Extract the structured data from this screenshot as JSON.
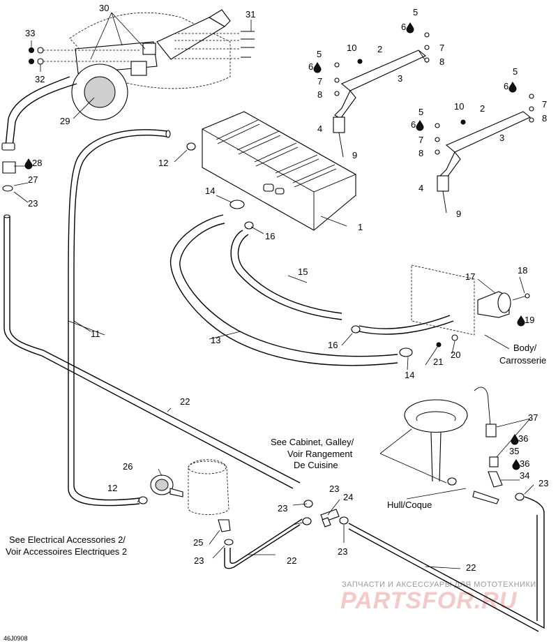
{
  "diagram": {
    "ref_code": "46J0908",
    "callouts": {
      "c1": "1",
      "c2a": "2",
      "c2b": "2",
      "c3a": "3",
      "c3b": "3",
      "c4a": "4",
      "c4b": "4",
      "c5a": "5",
      "c5b": "5",
      "c5c": "5",
      "c5d": "5",
      "c6a": "6",
      "c6b": "6",
      "c6c": "6",
      "c6d": "6",
      "c7a": "7",
      "c7b": "7",
      "c7c": "7",
      "c7d": "7",
      "c8a": "8",
      "c8b": "8",
      "c8c": "8",
      "c8d": "8",
      "c9a": "9",
      "c9b": "9",
      "c10a": "10",
      "c10b": "10",
      "c11": "11",
      "c12a": "12",
      "c12b": "12",
      "c13": "13",
      "c14a": "14",
      "c14b": "14",
      "c15": "15",
      "c16a": "16",
      "c16b": "16",
      "c17": "17",
      "c18": "18",
      "c19": "19",
      "c20": "20",
      "c21": "21",
      "c22a": "22",
      "c22b": "22",
      "c22c": "22",
      "c23a": "23",
      "c23b": "23",
      "c23c": "23",
      "c23d": "23",
      "c23e": "23",
      "c23f": "23",
      "c24": "24",
      "c25": "25",
      "c26": "26",
      "c27": "27",
      "c28": "28",
      "c29": "29",
      "c30": "30",
      "c31": "31",
      "c32": "32",
      "c33": "33",
      "c34": "34",
      "c35": "35",
      "c36a": "36",
      "c36b": "36",
      "c37": "37"
    },
    "notes": {
      "body_line1": "Body/",
      "body_line2": "Carrosserie",
      "cabinet_line1": "See Cabinet, Galley/",
      "cabinet_line2": "Voir Rangement",
      "cabinet_line3": "De Cuisine",
      "hull": "Hull/Coque",
      "electrical_line1": "See Electrical Accessories 2/",
      "electrical_line2": "Voir Accessoires Electriques 2"
    },
    "watermark": {
      "line1": "ЗАПЧАСТИ И АКСЕССУАРЫ ДЛЯ МОТОТЕХНИКИ",
      "line2": "PARTSFOR.RU"
    }
  }
}
